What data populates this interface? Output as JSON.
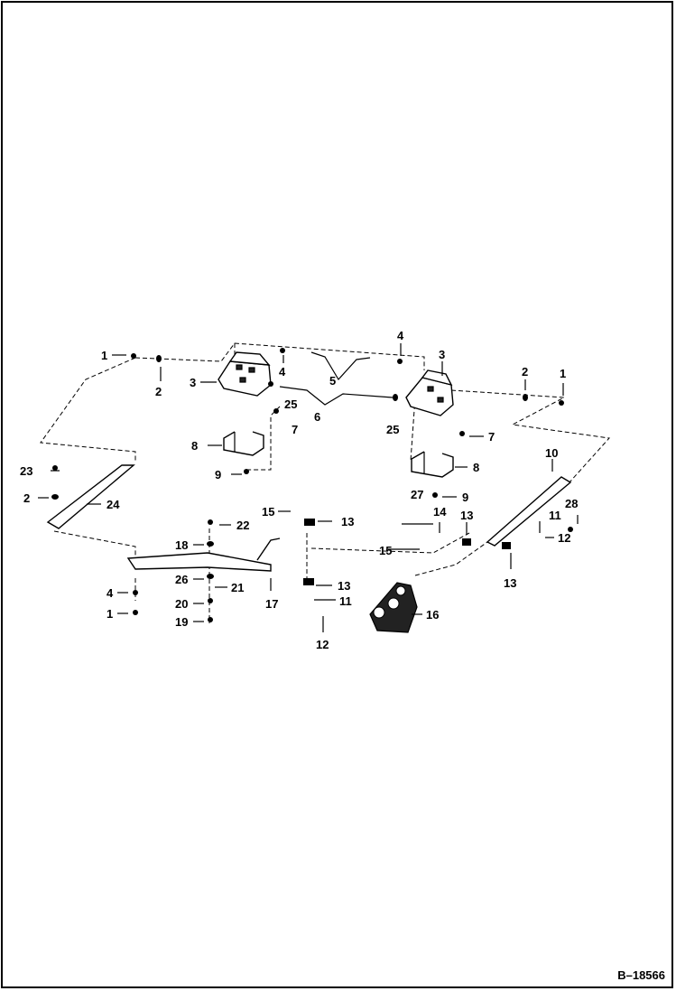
{
  "figure_id": "B–18566",
  "callouts": {
    "c1a": "1",
    "c2a": "2",
    "c3a": "3",
    "c4a": "4",
    "c4b": "4",
    "c3b": "3",
    "c2b": "2",
    "c1b": "1",
    "c25a": "25",
    "c5": "5",
    "c6": "6",
    "c25b": "25",
    "c7a": "7",
    "c7b": "7",
    "c8a": "8",
    "c8b": "8",
    "c9a": "9",
    "c9b": "9",
    "c10": "10",
    "c23": "23",
    "c2c": "2",
    "c24": "24",
    "c27": "27",
    "c28": "28",
    "c15a": "15",
    "c13a": "13",
    "c14": "14",
    "c13b": "13",
    "c11a": "11",
    "c12a": "12",
    "c22": "22",
    "c18": "18",
    "c15b": "15",
    "c13c": "13",
    "c26": "26",
    "c21": "21",
    "c13d": "13",
    "c4c": "4",
    "c20": "20",
    "c17": "17",
    "c11b": "11",
    "c1c": "1",
    "c19": "19",
    "c16": "16",
    "c12b": "12"
  }
}
